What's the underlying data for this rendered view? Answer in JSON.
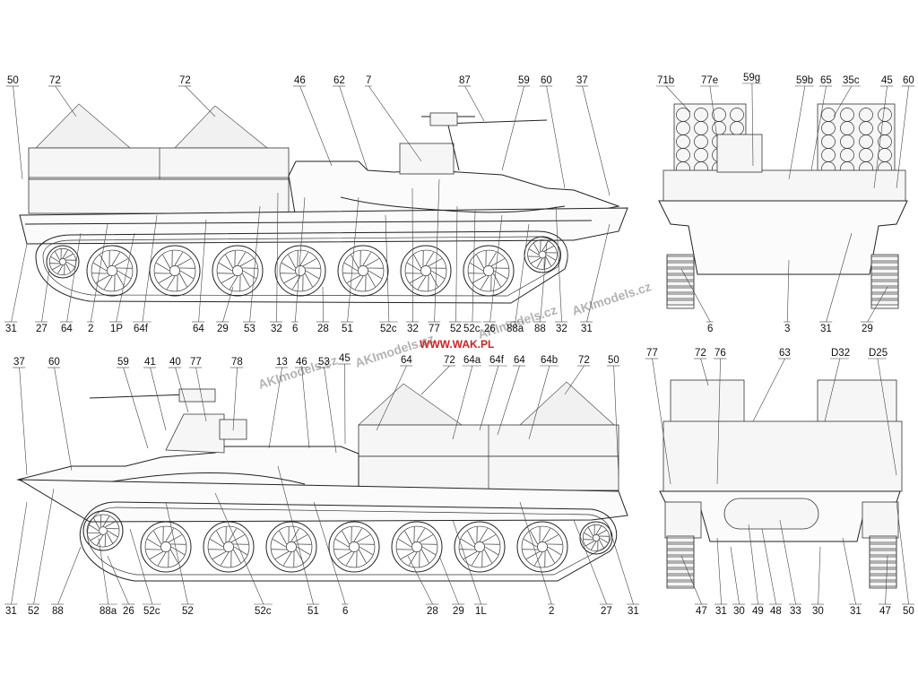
{
  "watermarks": [
    "AKImodels.cz",
    "AKImodels.cz",
    "AKImodels.cz",
    "AKImodels.cz"
  ],
  "url_mark": "WWW.WAK.PL",
  "views": {
    "side_top": {
      "labels_top": [
        "50",
        "72",
        "72",
        "46",
        "62",
        "7",
        "87",
        "59",
        "60",
        "37"
      ],
      "labels_bottom": [
        "31",
        "27",
        "64",
        "2",
        "1P",
        "64f",
        "64",
        "29",
        "53",
        "32",
        "6",
        "28",
        "51",
        "52c",
        "32",
        "77",
        "52",
        "52c",
        "26",
        "88a",
        "88",
        "32",
        "31"
      ]
    },
    "rear_top": {
      "labels_top": [
        "71b",
        "77e",
        "59g",
        "59b",
        "65",
        "35c",
        "45",
        "60"
      ],
      "labels_bottom": [
        "6",
        "3",
        "31",
        "29"
      ]
    },
    "side_bottom": {
      "labels_top": [
        "37",
        "60",
        "59",
        "41",
        "40",
        "77",
        "78",
        "13",
        "46",
        "53",
        "45",
        "64",
        "72",
        "64a",
        "64f",
        "64",
        "64b",
        "72",
        "50"
      ],
      "labels_bottom": [
        "31",
        "52",
        "88",
        "88a",
        "26",
        "52c",
        "52",
        "52c",
        "51",
        "6",
        "28",
        "29",
        "1L",
        "2",
        "27",
        "31"
      ]
    },
    "front_bottom": {
      "labels_top": [
        "77",
        "72",
        "76",
        "63",
        "D32",
        "D25"
      ],
      "labels_bottom": [
        "47",
        "31",
        "30",
        "49",
        "48",
        "33",
        "30",
        "31",
        "47",
        "50"
      ]
    }
  }
}
